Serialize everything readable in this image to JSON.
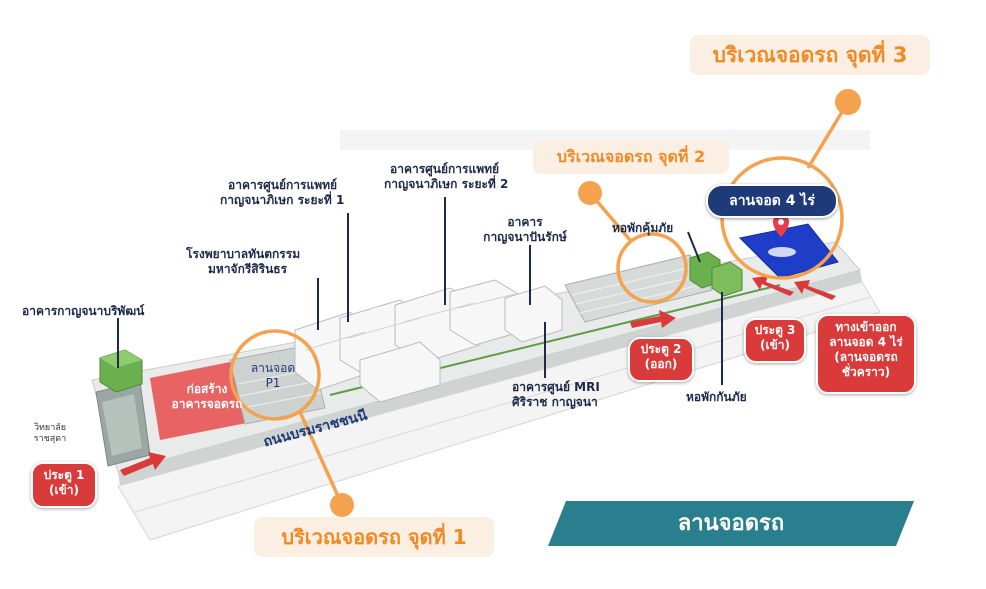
{
  "colors": {
    "orange": "#f5a24e",
    "orange_text": "#f08a24",
    "navy": "#1f3a78",
    "gate_red": "#d93a3a",
    "banner_teal": "#2a7f8f",
    "building_green": "#6ab04c"
  },
  "parking_areas": {
    "area_1": "บริเวณจอดรถ จุดที่ 1",
    "area_2": "บริเวณจอดรถ จุดที่ 2",
    "area_3": "บริเวณจอดรถ จุดที่ 3"
  },
  "banner": {
    "title": "ลานจอดรถ"
  },
  "lot_4rai": {
    "label": "ลานจอด 4 ไร่"
  },
  "buildings": {
    "kanjanaboripat": "อาคารกาญจนาบริพัฒน์",
    "hospital_line1": "โรงพยาบาลทันตกรรม",
    "hospital_line2": "มหาจักรีสิรินธร",
    "medcenter1_line1": "อาคารศูนย์การแพทย์",
    "medcenter1_line2": "กาญจนาภิเษก ระยะที่ 1",
    "medcenter2_line1": "อาคารศูนย์การแพทย์",
    "medcenter2_line2": "กาญจนาภิเษก ระยะที่ 2",
    "kanjanapanrak_line1": "อาคาร",
    "kanjanapanrak_line2": "กาญจนาปันรักษ์",
    "dorm_kumpai": "หอพักคุ้มภัย",
    "dorm_kanpai": "หอพักกันภัย",
    "mri_line1": "อาคารศูนย์ MRI",
    "mri_line2": "ศิริราช กาญจนา",
    "construction_line1": "ก่อสร้าง",
    "construction_line2": "อาคารจอดรถ",
    "lot_p1_line1": "ลานจอด",
    "lot_p1_line2": "P1",
    "college_line1": "วิทยาลัย",
    "college_line2": "ราชสุดา"
  },
  "road": {
    "name": "ถนนบรมราชชนนี"
  },
  "gates": {
    "gate1_line1": "ประตู 1",
    "gate1_line2": "(เข้า)",
    "gate2_line1": "ประตู 2",
    "gate2_line2": "(ออก)",
    "gate3_line1": "ประตู 3",
    "gate3_line2": "(เข้า)",
    "entrance_line1": "ทางเข้าออก",
    "entrance_line2": "ลานจอด 4 ไร่",
    "entrance_line3": "(ลานจอดรถ",
    "entrance_line4": "ชั่วคราว)"
  }
}
